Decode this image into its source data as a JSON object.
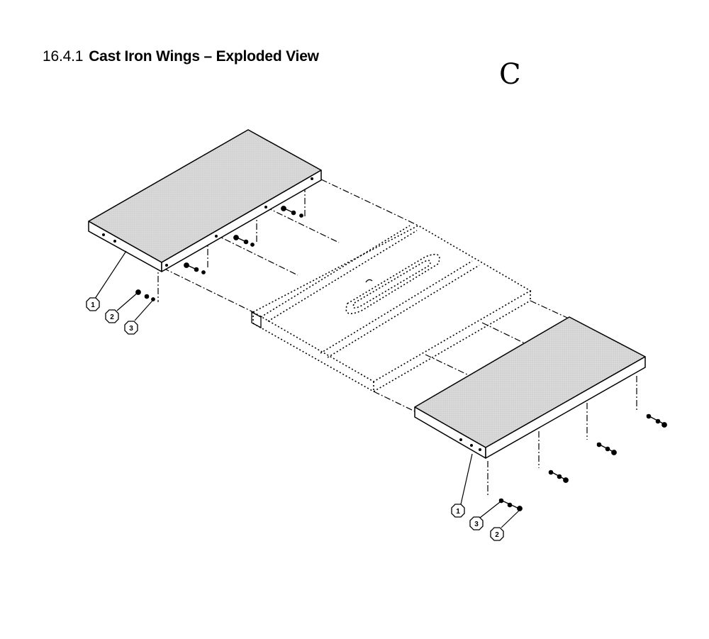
{
  "header": {
    "section_number": "16.4.1",
    "title": "Cast Iron Wings – Exploded View",
    "sheet_letter": "C"
  },
  "callouts": [
    {
      "label": "1",
      "part": "wing-left"
    },
    {
      "label": "2",
      "part": "bolt-left"
    },
    {
      "label": "3",
      "part": "washer-left"
    },
    {
      "label": "1",
      "part": "wing-right"
    },
    {
      "label": "3",
      "part": "washer-right"
    },
    {
      "label": "2",
      "part": "bolt-right"
    }
  ]
}
